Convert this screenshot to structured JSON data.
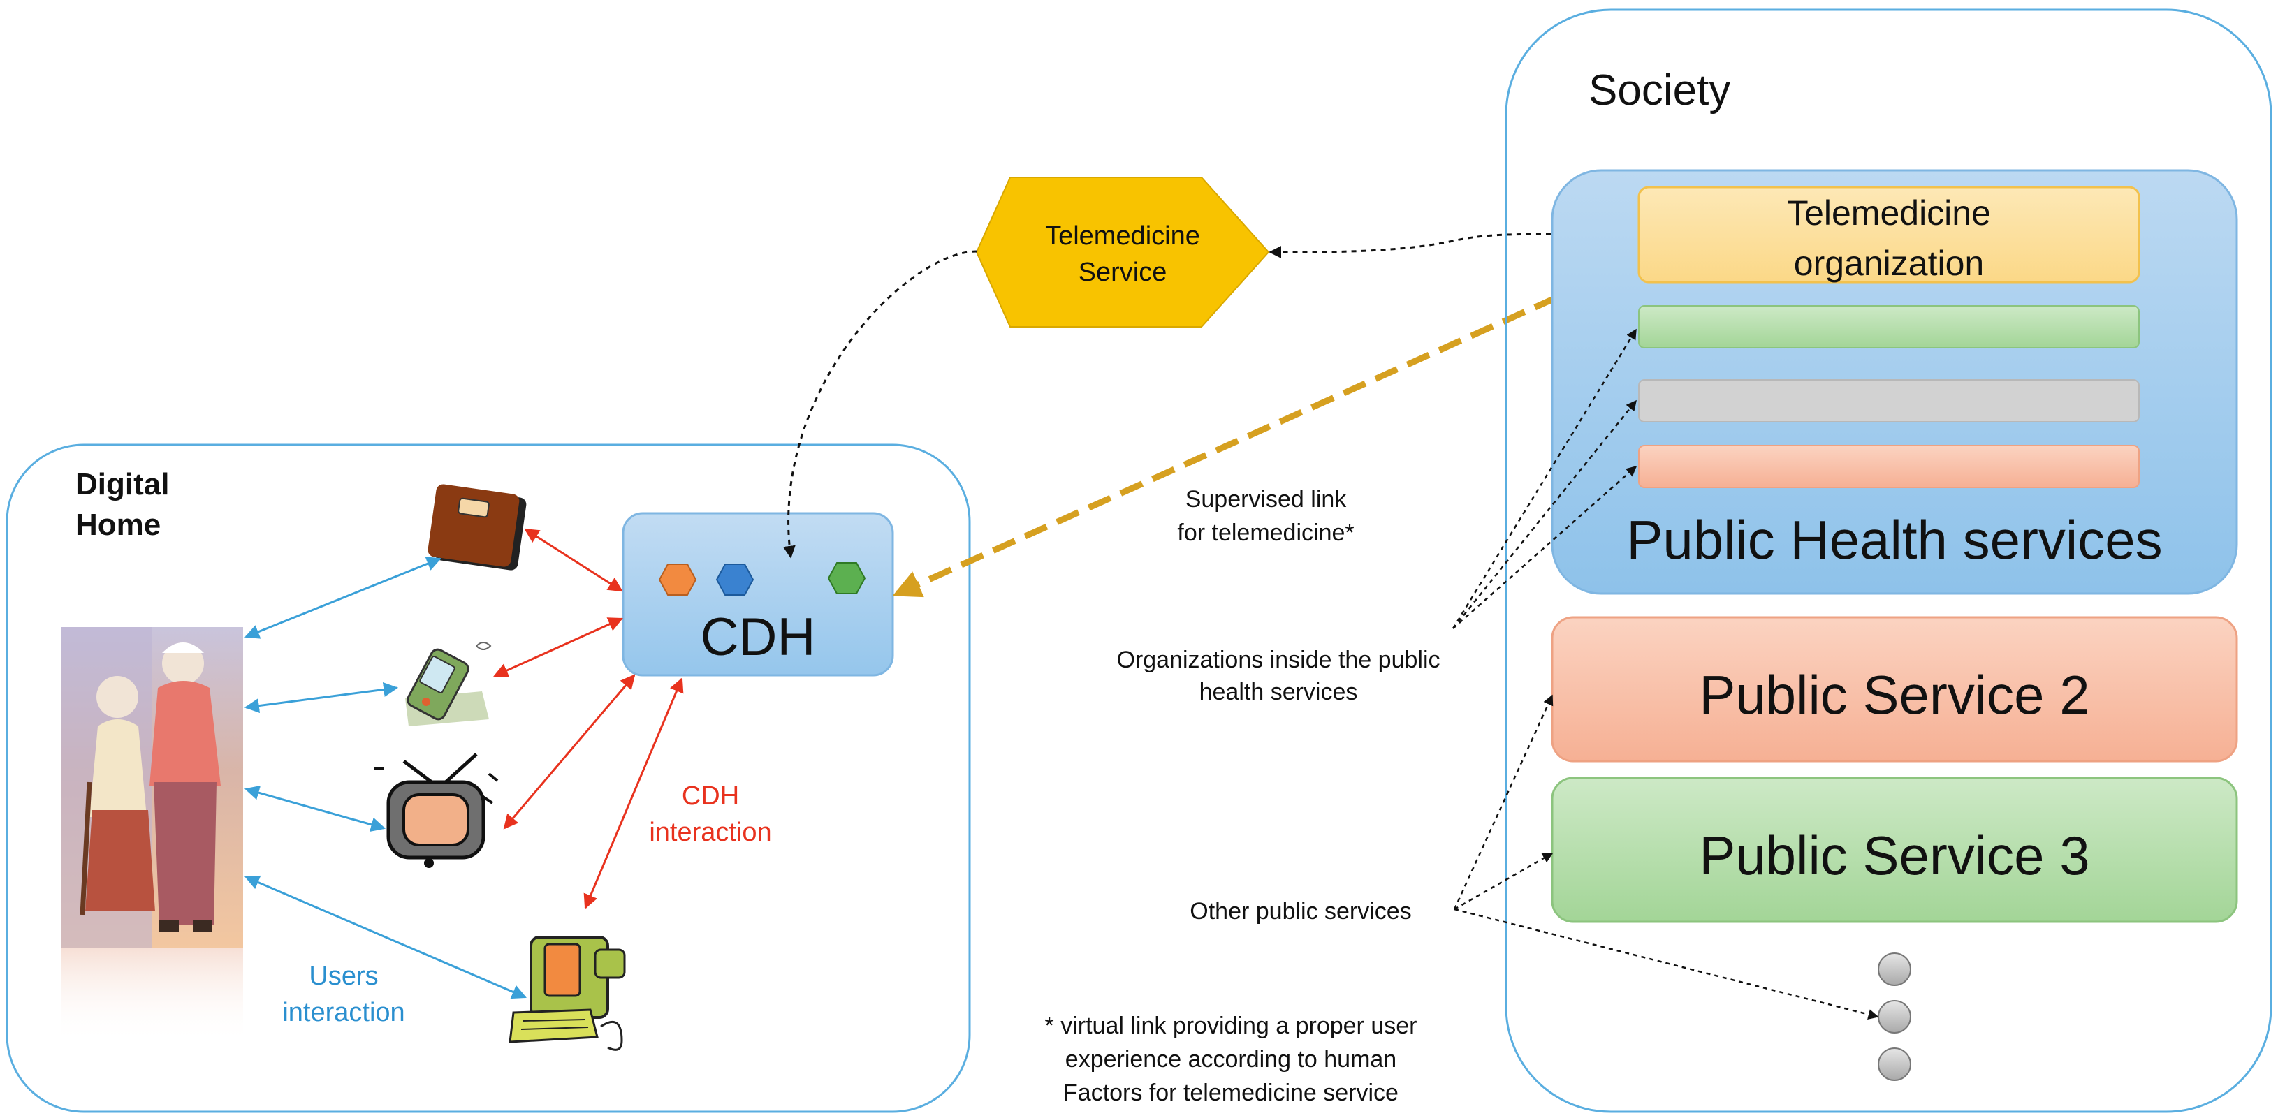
{
  "digital_home": {
    "title_line1": "Digital",
    "title_line2": "Home"
  },
  "cdh": {
    "label": "CDH"
  },
  "telemedicine_service": {
    "line1": "Telemedicine",
    "line2": "Service"
  },
  "society": {
    "title": "Society",
    "public_health": {
      "label": "Public Health services",
      "telemedicine_org_line1": "Telemedicine",
      "telemedicine_org_line2": "organization"
    },
    "public_service_2": "Public Service 2",
    "public_service_3": "Public Service 3"
  },
  "annotations": {
    "supervised_link_line1": "Supervised link",
    "supervised_link_line2": "for telemedicine*",
    "organizations_line1": "Organizations inside the public",
    "organizations_line2": "health services",
    "other_public": "Other public services",
    "footnote_line1": "* virtual link providing a proper user",
    "footnote_line2": "experience according to human",
    "footnote_line3": "Factors for telemedicine service",
    "cdh_interaction_line1": "CDH",
    "cdh_interaction_line2": "interaction",
    "users_interaction_line1": "Users",
    "users_interaction_line2": "interaction"
  },
  "colors": {
    "frame_blue": "#5aaee0",
    "user_arrow": "#3aa0d8",
    "cdh_arrow": "#e8321e",
    "gold_link": "#d6a020",
    "hexagon": "#f8c300",
    "cdh_text_red": "#e8321e",
    "users_text_blue": "#2a8fcf"
  },
  "icons": [
    "scale-icon",
    "pda-icon",
    "tv-icon",
    "computer-icon",
    "elderly-couple-icon"
  ]
}
